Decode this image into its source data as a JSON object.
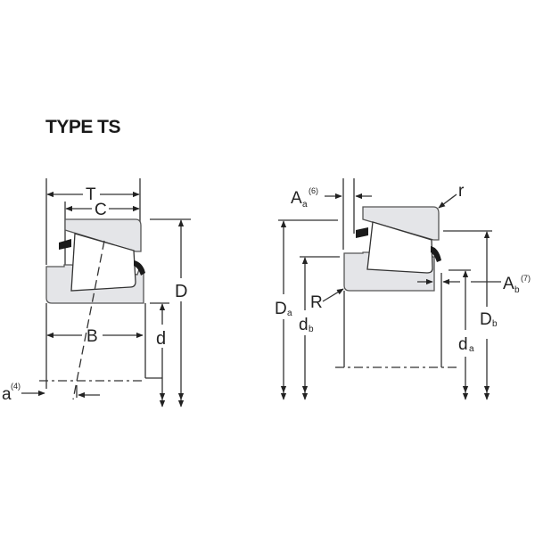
{
  "title": "TYPE TS",
  "left_diagram": {
    "labels": {
      "T": "T",
      "C": "C",
      "D": "D",
      "B": "B",
      "d": "d",
      "a": "a",
      "a_sup": "(4)"
    }
  },
  "right_diagram": {
    "labels": {
      "Aa": "A",
      "Aa_sub": "a",
      "Aa_sup": "(6)",
      "r": "r",
      "R": "R",
      "Da": "D",
      "Da_sub": "a",
      "db": "d",
      "db_sub": "b",
      "Ab": "A",
      "Ab_sub": "b",
      "Ab_sup": "(7)",
      "da": "d",
      "da_sub": "a",
      "Db": "D",
      "Db_sub": "b"
    }
  },
  "colors": {
    "ring_fill": "#e4e5e8",
    "line": "#333333",
    "cage": "#1a1a1a"
  }
}
